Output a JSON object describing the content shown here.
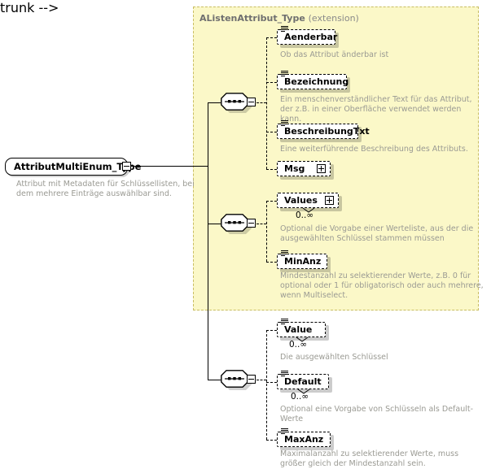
{
  "diagram": {
    "kind": "xsd-schema-element-diagram",
    "root": {
      "name": "AttributMultiEnum_Type",
      "expander": "minus-box",
      "description": "Attribut mit Metadaten für Schlüssellisten, bei dem mehrere Einträge auswählbar sind."
    },
    "extension_panel": {
      "base_type": "AListenAttribut_Type",
      "kind_label": "(extension)"
    },
    "groups": [
      {
        "compositor": "sequence",
        "compositor_icon": "sequence-icon",
        "expander": "minus-box",
        "items": [
          {
            "name": "Aenderbar",
            "icon": "attribute-lines-icon",
            "expander": null,
            "cardinality": null,
            "description": "Ob das Attribut änderbar ist"
          },
          {
            "name": "Bezeichnung",
            "icon": "attribute-lines-icon",
            "expander": null,
            "cardinality": null,
            "description": "Ein menschenverständlicher Text für das Attribut, der z.B. in einer Oberfläche verwendet werden kann."
          },
          {
            "name": "BeschreibungTxt",
            "icon": "attribute-lines-icon",
            "expander": null,
            "cardinality": null,
            "description": "Eine weiterführende Beschreibung des Attributs."
          },
          {
            "name": "Msg",
            "icon": null,
            "expander": "plus-box",
            "cardinality": null,
            "description": null
          }
        ]
      },
      {
        "compositor": "sequence",
        "compositor_icon": "sequence-icon",
        "expander": "minus-box",
        "items": [
          {
            "name": "Values",
            "icon": null,
            "expander": "plus-box",
            "cardinality": "0..∞",
            "description": "Optional die Vorgabe einer Werteliste, aus der die ausgewählten Schlüssel stammen müssen"
          },
          {
            "name": "MinAnz",
            "icon": "attribute-lines-icon",
            "expander": null,
            "cardinality": null,
            "description": "Mindestanzahl zu selektierender Werte, z.B. 0 für optional oder 1 für obligatorisch oder auch mehrere, wenn Multiselect."
          }
        ]
      },
      {
        "compositor": "sequence",
        "compositor_icon": "sequence-icon",
        "expander": "minus-box",
        "items": [
          {
            "name": "Value",
            "icon": "attribute-lines-icon",
            "expander": null,
            "cardinality": "0..∞",
            "description": "Die ausgewählten Schlüssel"
          },
          {
            "name": "Default",
            "icon": "attribute-lines-icon",
            "expander": null,
            "cardinality": "0..∞",
            "description": "Optional eine Vorgabe von Schlüsseln als Default-Werte"
          },
          {
            "name": "MaxAnz",
            "icon": "attribute-lines-icon",
            "expander": null,
            "cardinality": null,
            "description": "Maximalanzahl zu selektierender Werte, muss größer gleich der Mindestanzahl sein."
          }
        ]
      }
    ],
    "colors": {
      "panel_background": "#fbf8c8",
      "panel_border": "#c9bd63",
      "description_text": "#9a9a93",
      "title_text": "#6f6f6f",
      "line": "#000000",
      "box_background": "#ffffff"
    }
  }
}
